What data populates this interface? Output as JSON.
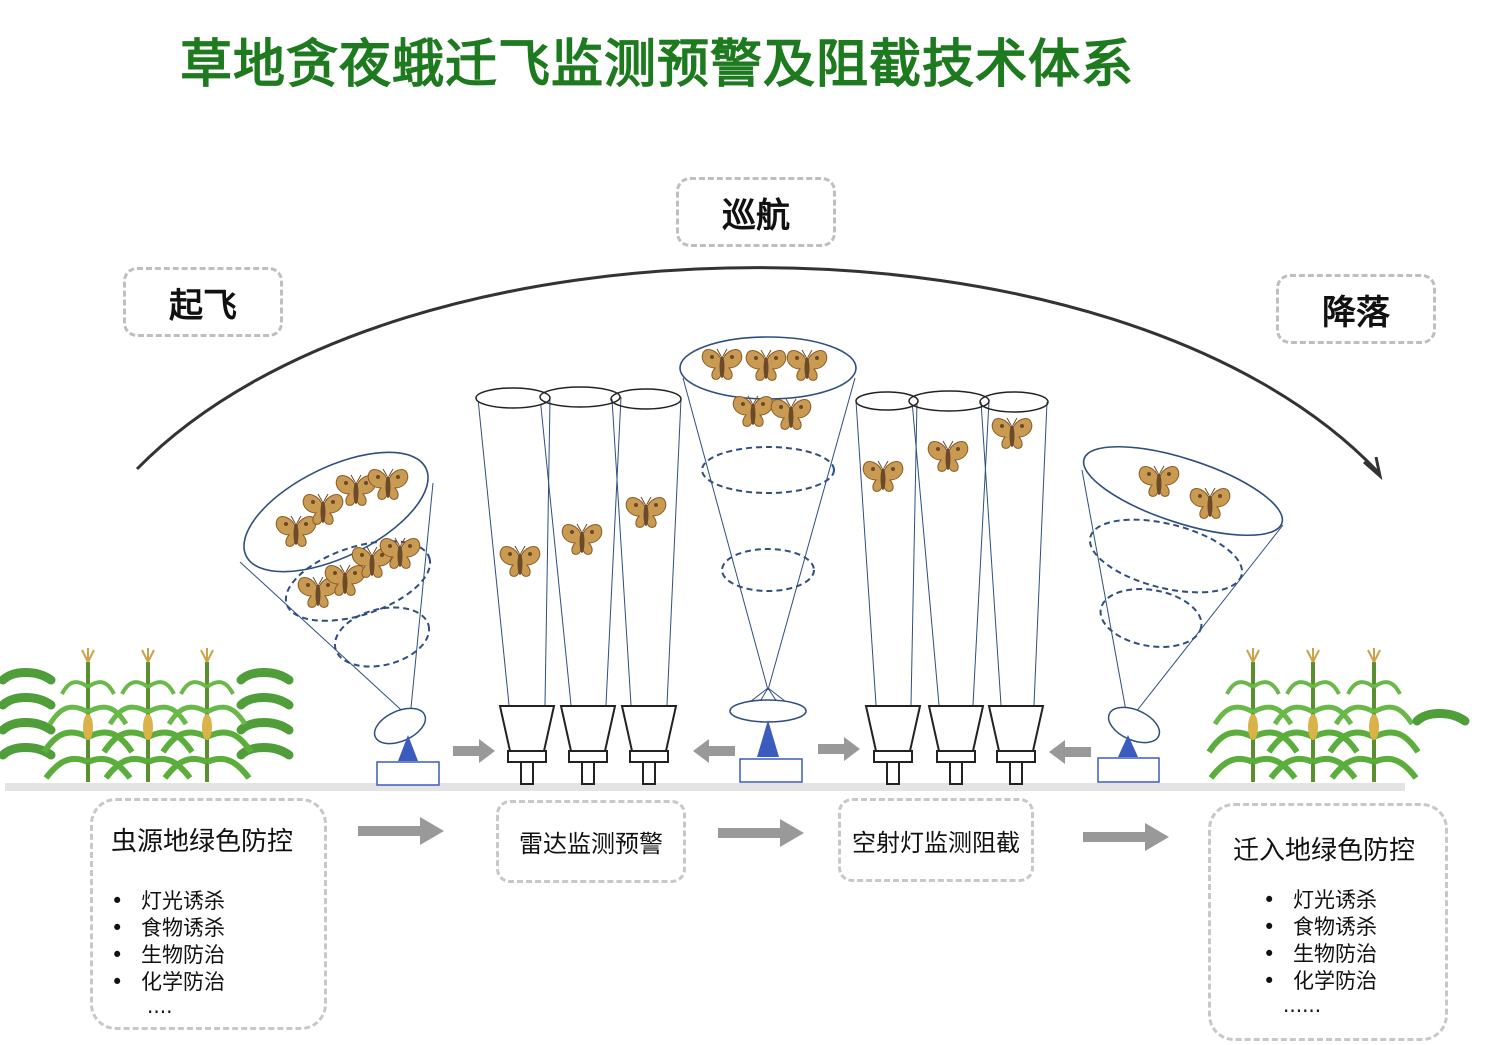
{
  "title": "草地贪夜蛾迁飞监测预警及阻截技术体系",
  "phases": {
    "takeoff": "起飞",
    "cruise": "巡航",
    "landing": "降落"
  },
  "source_box": {
    "heading": "虫源地绿色防控",
    "items": [
      "灯光诱杀",
      "食物诱杀",
      "生物防治",
      "化学防治"
    ],
    "more": "...."
  },
  "radar_box": {
    "label": "雷达监测预警"
  },
  "light_box": {
    "label": "空射灯监测阻截"
  },
  "dest_box": {
    "heading": "迁入地绿色防控",
    "items": [
      "灯光诱杀",
      "食物诱杀",
      "生物防治",
      "化学防治"
    ],
    "more": "......"
  },
  "colors": {
    "title": "#1e7a1e",
    "arrow": "#999999",
    "beam": "#2f4f7f",
    "device": "#3b5bbf",
    "moth": "#c99a52",
    "leaf": "#5cae3c"
  },
  "icons": [
    "moth-icon",
    "corn-plant-icon",
    "caterpillar-icon",
    "radar-dish-icon",
    "searchlight-icon"
  ]
}
